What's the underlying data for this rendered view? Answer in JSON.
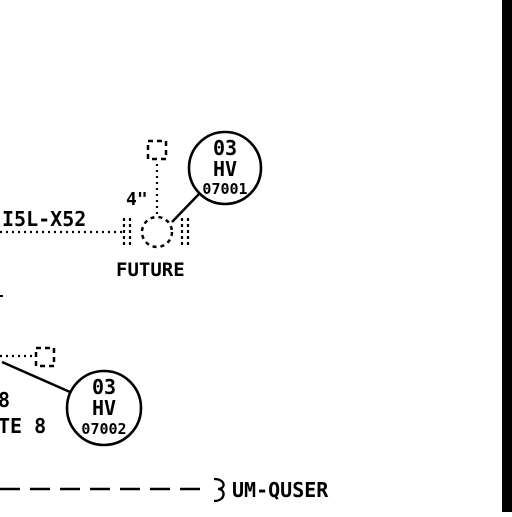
{
  "labels": {
    "pipe_spec": "I5L-X52",
    "size": "4\"",
    "future": "FUTURE",
    "partial_digit": "8",
    "partial_note": "TE 8",
    "line_tag": "UM-QUSER"
  },
  "bubbles": [
    {
      "top": "03",
      "middle": "HV",
      "bottom": "07001"
    },
    {
      "top": "03",
      "middle": "HV",
      "bottom": "07002"
    }
  ],
  "colors": {
    "ink": "#000000",
    "background": "#ffffff"
  }
}
